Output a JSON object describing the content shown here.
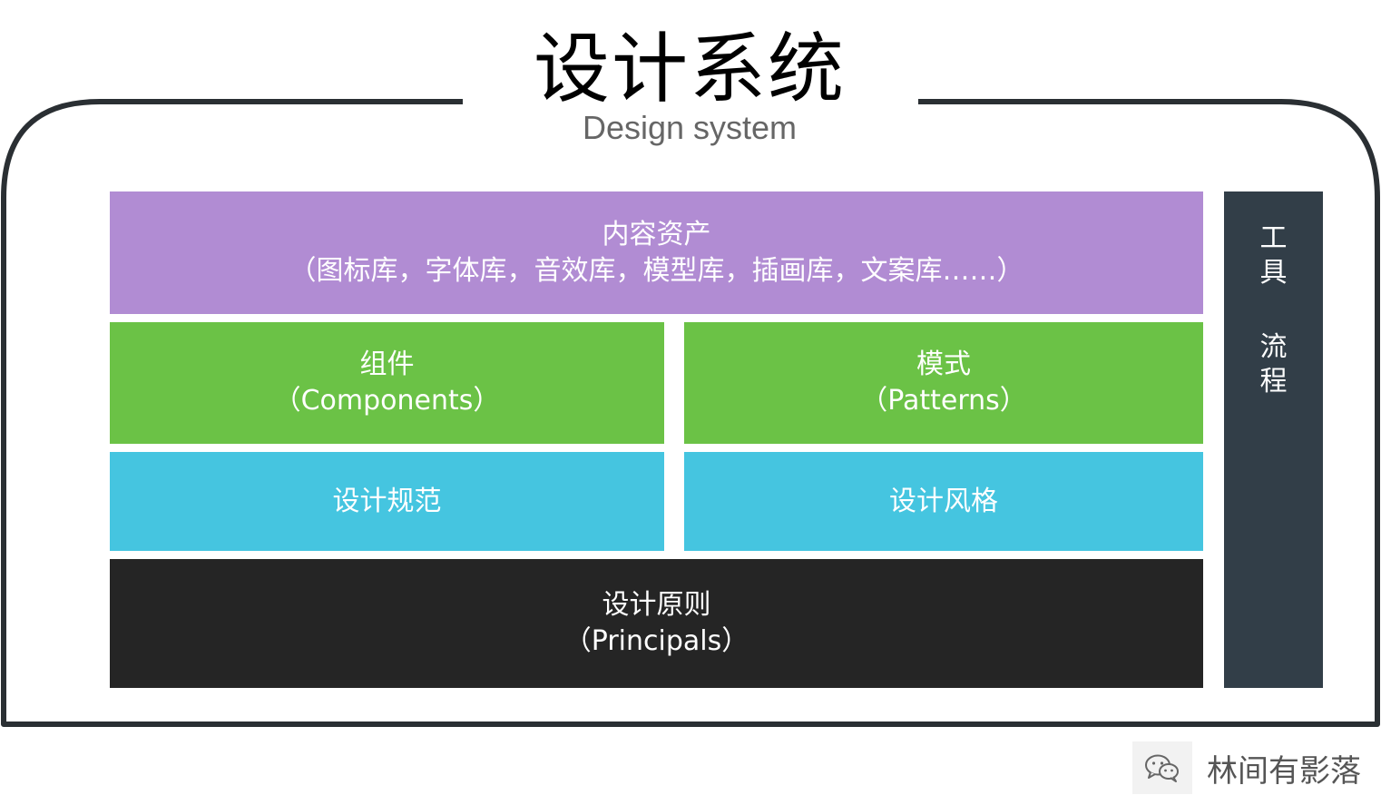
{
  "title": "设计系统",
  "subtitle": "Design system",
  "layers": {
    "assets": {
      "line1": "内容资产",
      "line2": "（图标库，字体库，音效库，模型库，插画库，文案库……）"
    },
    "components": {
      "line1": "组件",
      "line2": "（Components）"
    },
    "patterns": {
      "line1": "模式",
      "line2": "（Patterns）"
    },
    "specs": {
      "line1": "设计规范"
    },
    "style": {
      "line1": "设计风格"
    },
    "principles": {
      "line1": "设计原则",
      "line2": "（Principals）"
    }
  },
  "side": {
    "tools": [
      "工",
      "具"
    ],
    "process": [
      "流",
      "程"
    ]
  },
  "watermark": {
    "text": "林间有影落",
    "icon": "wechat-icon"
  },
  "colors": {
    "assets": "#b18cd3",
    "components": "#6bc246",
    "specs": "#45c5e0",
    "principles": "#252525",
    "side": "#323e48",
    "frame": "#2a2f33"
  }
}
